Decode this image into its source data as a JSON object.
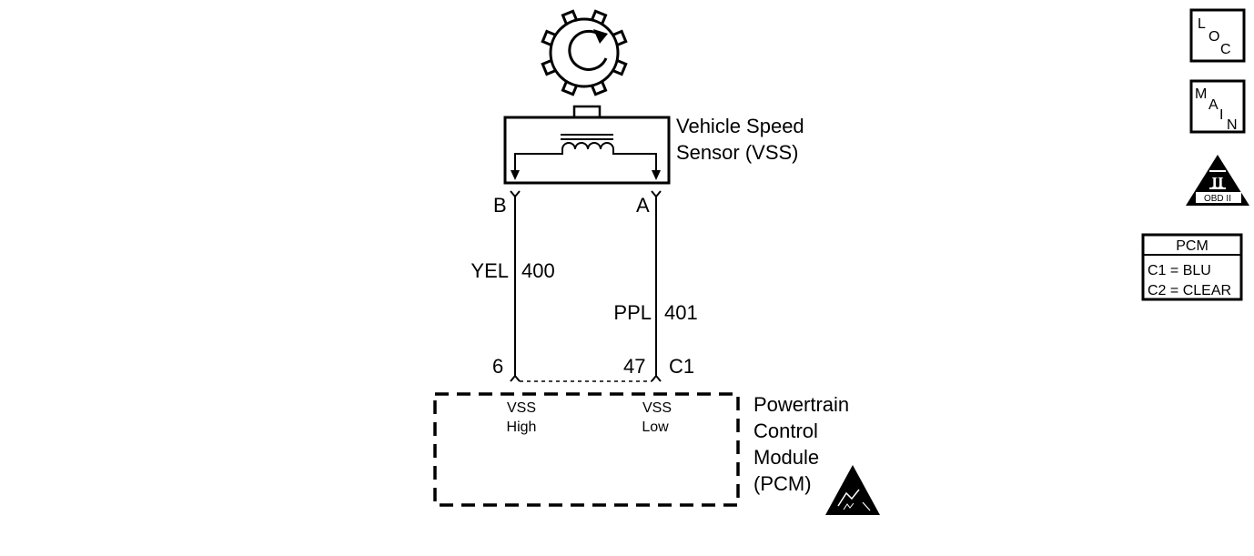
{
  "sensor": {
    "name_line1": "Vehicle Speed",
    "name_line2": "Sensor (VSS)",
    "pin_b": "B",
    "pin_a": "A"
  },
  "wires": [
    {
      "color": "YEL",
      "circuit": "400"
    },
    {
      "color": "PPL",
      "circuit": "401"
    }
  ],
  "pcm_connector": {
    "pin_left": "6",
    "pin_right": "47",
    "connector": "C1"
  },
  "pcm": {
    "name_line1": "Powertrain",
    "name_line2": "Control",
    "name_line3": "Module",
    "name_line4": "(PCM)",
    "input_left_line1": "VSS",
    "input_left_line2": "High",
    "input_right_line1": "VSS",
    "input_right_line2": "Low"
  },
  "legend": {
    "loc": {
      "l": "L",
      "o": "O",
      "c": "C"
    },
    "main": {
      "m": "M",
      "a": "A",
      "i": "I",
      "n": "N"
    },
    "obd": {
      "numeral": "II",
      "label": "OBD II"
    },
    "pcm_table": {
      "title": "PCM",
      "row1": "C1 = BLU",
      "row2": "C2 = CLEAR"
    }
  },
  "icons": [
    "gear-icon",
    "rotation-arrow-icon",
    "coil-icon",
    "esd-warning-icon",
    "obd-ii-triangle-icon"
  ]
}
